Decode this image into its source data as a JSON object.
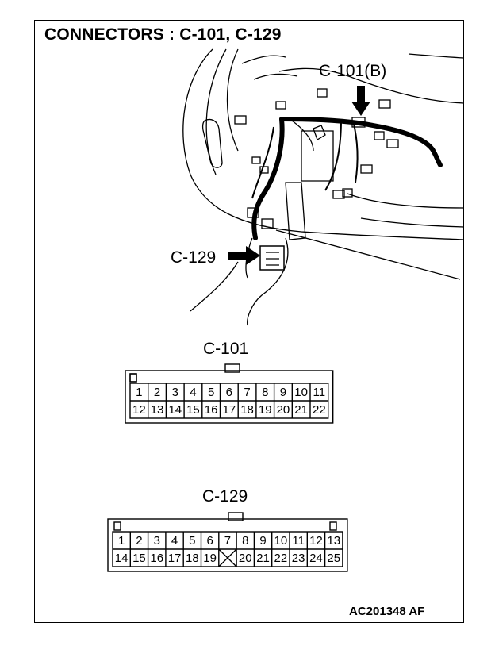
{
  "title": "CONNECTORS : C-101, C-129",
  "callouts": {
    "c101b": "C-101(B)",
    "c129": "C-129"
  },
  "connector_c101": {
    "title": "C-101",
    "top_row": [
      "1",
      "2",
      "3",
      "4",
      "5",
      "6",
      "7",
      "8",
      "9",
      "10",
      "11"
    ],
    "bottom_row": [
      "12",
      "13",
      "14",
      "15",
      "16",
      "17",
      "18",
      "19",
      "20",
      "21",
      "22"
    ]
  },
  "connector_c129": {
    "title": "C-129",
    "top_row": [
      "1",
      "2",
      "3",
      "4",
      "5",
      "6",
      "7",
      "8",
      "9",
      "10",
      "11",
      "12",
      "13"
    ],
    "bottom_row": [
      "14",
      "15",
      "16",
      "17",
      "18",
      "19",
      "",
      "20",
      "21",
      "22",
      "23",
      "24",
      "25"
    ]
  },
  "reference_code": "AC201348 AF"
}
